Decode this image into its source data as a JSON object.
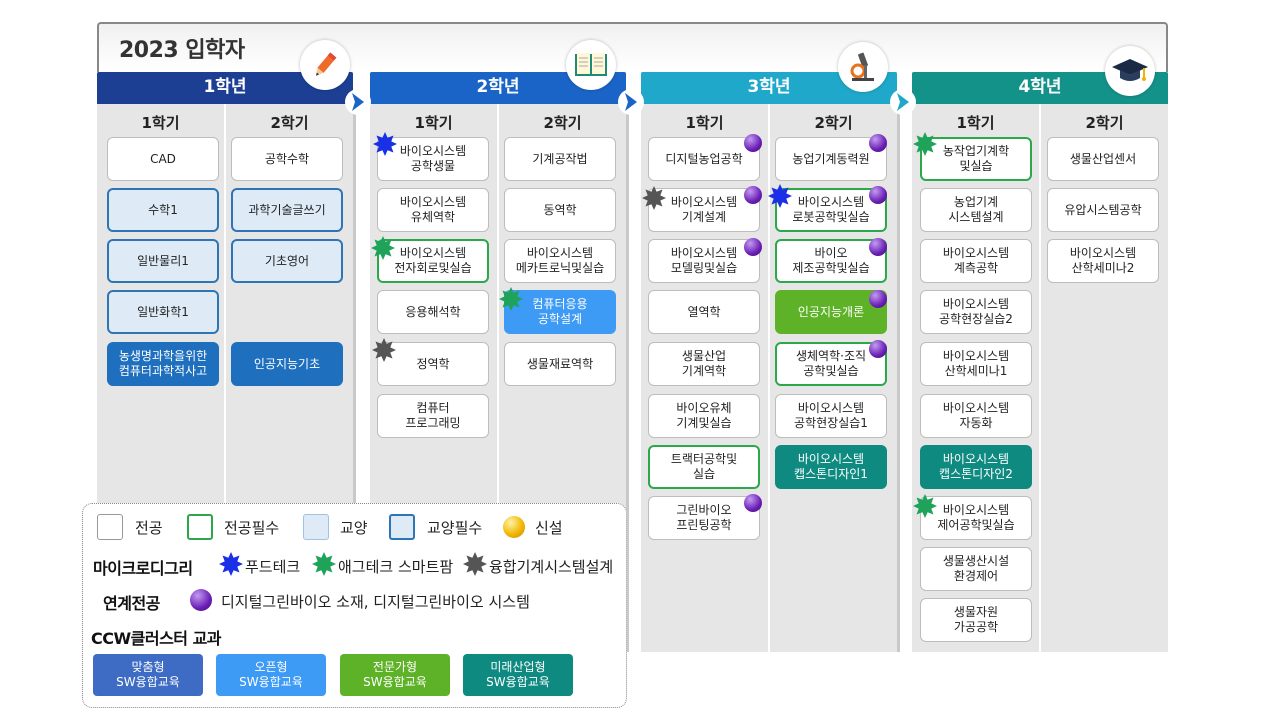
{
  "page_title": "2023 입학자",
  "semester_labels": [
    "1학기",
    "2학기"
  ],
  "years": [
    {
      "label": "1학년",
      "color": "#1c3f94",
      "icon": "pencil-icon"
    },
    {
      "label": "2학년",
      "color": "#1a64c8",
      "icon": "book-icon"
    },
    {
      "label": "3학년",
      "color": "#1fa8c9",
      "icon": "microscope-icon"
    },
    {
      "label": "4학년",
      "color": "#13928a",
      "icon": "graduation-cap-icon"
    }
  ],
  "courses": {
    "y1s1": [
      "CAD",
      "수학1",
      "일반물리1",
      "일반화학1",
      "농생명과학을위한\n컴퓨터과학적사고"
    ],
    "y1s2": [
      "공학수학",
      "과학기술글쓰기",
      "기초영어",
      "인공지능기초"
    ],
    "y2s1": [
      "바이오시스템\n공학생물",
      "바이오시스템\n유체역학",
      "바이오시스템\n전자회로및실습",
      "응용해석학",
      "정역학",
      "컴퓨터\n프로그래밍"
    ],
    "y2s2": [
      "기계공작법",
      "동역학",
      "바이오시스템\n메카트로닉및실습",
      "컴퓨터응용\n공학설계",
      "생물재료역학"
    ],
    "y3s1": [
      "디지털농업공학",
      "바이오시스템\n기계설계",
      "바이오시스템\n모델링및실습",
      "열역학",
      "생물산업\n기계역학",
      "바이오유체\n기계및실습",
      "트랙터공학및\n실습",
      "그린바이오\n프린팅공학"
    ],
    "y3s2": [
      "농업기계동력원",
      "바이오시스템\n로봇공학및실습",
      "바이오\n제조공학및실습",
      "인공지능개론",
      "생체역학·조직\n공학및실습",
      "바이오시스템\n공학현장실습1",
      "바이오시스템\n캡스톤디자인1"
    ],
    "y4s1": [
      "농작업기계학\n및실습",
      "농업기계\n시스템설계",
      "바이오시스템\n계측공학",
      "바이오시스템\n공학현장실습2",
      "바이오시스템\n산학세미나1",
      "바이오시스템\n자동화",
      "바이오시스템\n캡스톤디자인2",
      "바이오시스템\n제어공학및실습",
      "생물생산시설\n환경제어",
      "생물자원\n가공공학"
    ],
    "y4s2": [
      "생물산업센서",
      "유압시스템공학",
      "바이오시스템\n산학세미나2"
    ]
  },
  "legend": {
    "major": "전공",
    "major_required": "전공필수",
    "liberal": "교양",
    "liberal_required": "교양필수",
    "new": "신설",
    "microdegree_title": "마이크로디그리",
    "microdegree_items": [
      "푸드테크",
      "애그테크 스마트팜",
      "융합기계시스템설계"
    ],
    "linked_major_title": "연계전공",
    "linked_major_text": "디지털그린바이오 소재, 디지털그린바이오 시스템",
    "ccw_title": "CCW클러스터 교과",
    "ccw_tiles": [
      "맞춤형\nSW융합교육",
      "오픈형\nSW융합교육",
      "전문가형\nSW융합교육",
      "미래산업형\nSW융합교육"
    ]
  },
  "colors": {
    "food_tech": "#1a2fe6",
    "agtech": "#1fa35a",
    "fusion_machine": "#555555",
    "linked_major": "#7b2fc8",
    "new_course": "#f2b705"
  }
}
